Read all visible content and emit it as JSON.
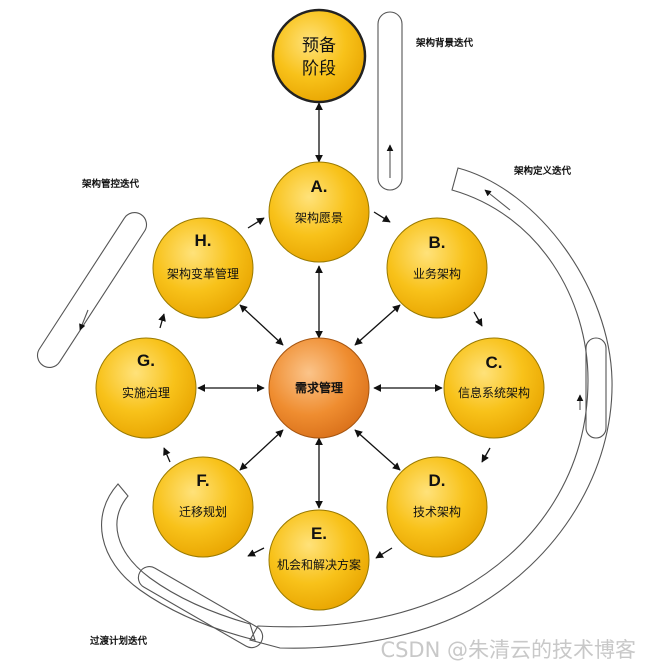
{
  "prelim": {
    "line1": "预备",
    "line2": "阶段"
  },
  "phases": {
    "a": {
      "letter": "A.",
      "name": "架构愿景"
    },
    "b": {
      "letter": "B.",
      "name": "业务架构"
    },
    "c": {
      "letter": "C.",
      "name": "信息系统架构"
    },
    "d": {
      "letter": "D.",
      "name": "技术架构"
    },
    "e": {
      "letter": "E.",
      "name": "机会和解决方案"
    },
    "f": {
      "letter": "F.",
      "name": "迁移规划"
    },
    "g": {
      "letter": "G.",
      "name": "实施治理"
    },
    "h": {
      "letter": "H.",
      "name": "架构变革管理"
    }
  },
  "center": {
    "name": "需求管理"
  },
  "iterations": {
    "context": "架构背景迭代",
    "definition": "架构定义迭代",
    "governance": "架构管控迭代",
    "transition": "过渡计划迭代"
  },
  "watermark": "CSDN @朱清云的技术博客",
  "colors": {
    "phase": "#f6b800",
    "center": "#ee8a2a",
    "outline": "#333333"
  }
}
